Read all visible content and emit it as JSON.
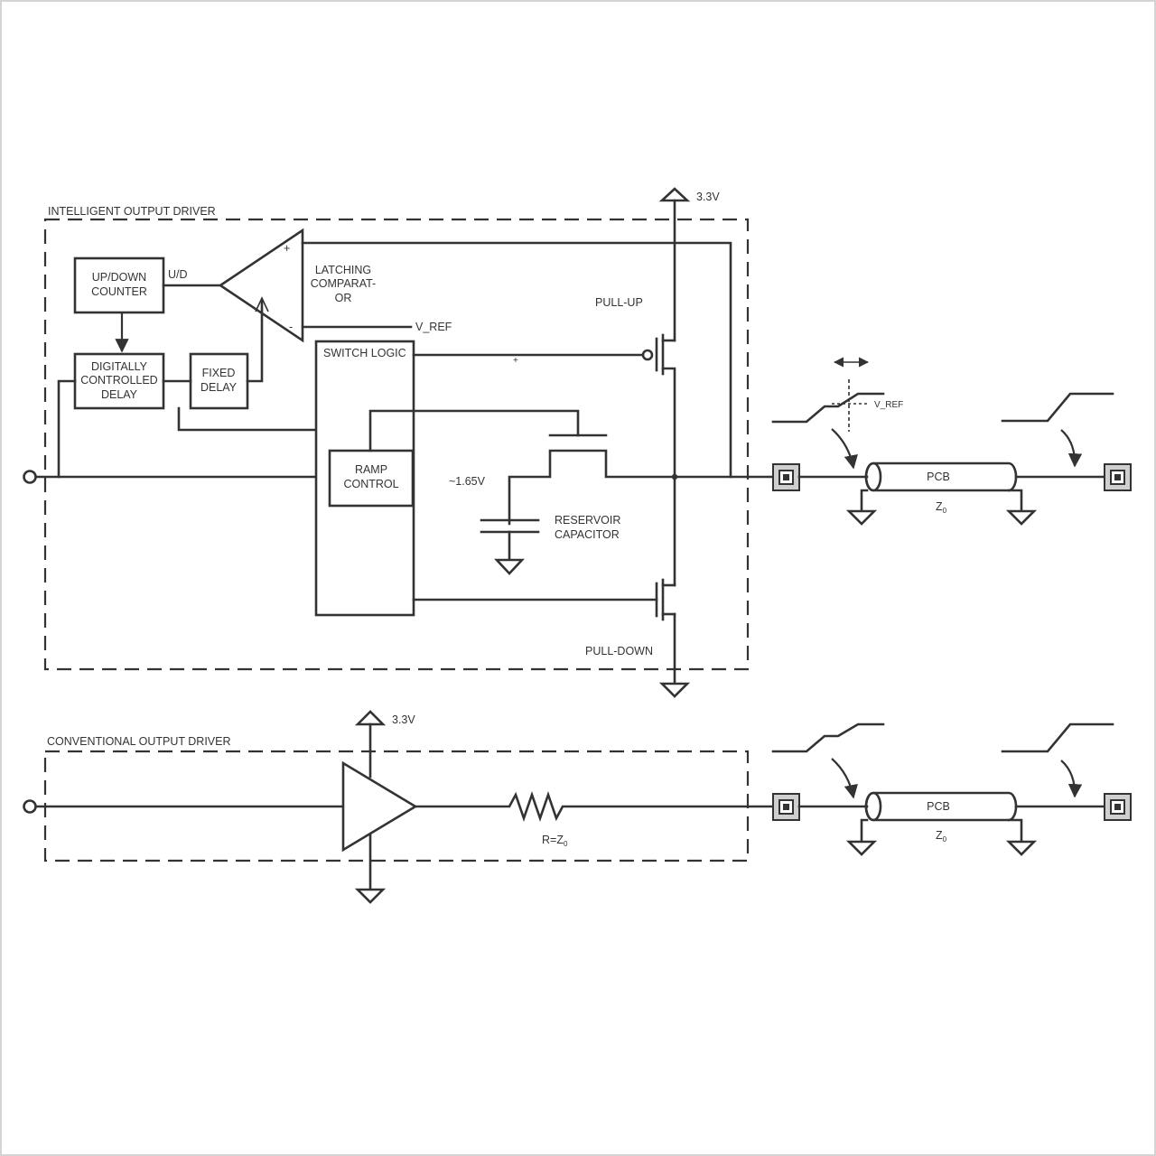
{
  "intelligent": {
    "title": "INTELLIGENT OUTPUT DRIVER",
    "supply": "3.3V",
    "updown_line1": "UP/DOWN",
    "updown_line2": "COUNTER",
    "ud": "U/D",
    "comparator_line1": "LATCHING",
    "comparator_line2": "COMPARAT-",
    "comparator_line3": "OR",
    "plus": "+",
    "minus": "-",
    "vref": "V_REF",
    "pullup": "PULL-UP",
    "pulldown": "PULL-DOWN",
    "dcd_line1": "DIGITALLY",
    "dcd_line2": "CONTROLLED",
    "dcd_line3": "DELAY",
    "fixed_line1": "FIXED",
    "fixed_line2": "DELAY",
    "switch_logic": "SWITCH LOGIC",
    "switch_plus": "+",
    "ramp_line1": "RAMP",
    "ramp_line2": "CONTROL",
    "reservoir_voltage": "~1.65V",
    "reservoir_line1": "RESERVOIR",
    "reservoir_line2": "CAPACITOR",
    "wave_vref": "V_REF",
    "pcb": "PCB",
    "z": "Z",
    "z_sub": "0"
  },
  "conventional": {
    "title": "CONVENTIONAL OUTPUT DRIVER",
    "supply": "3.3V",
    "resistor_main": "R=Z",
    "resistor_sub": "0",
    "pcb": "PCB",
    "z": "Z",
    "z_sub": "0"
  }
}
